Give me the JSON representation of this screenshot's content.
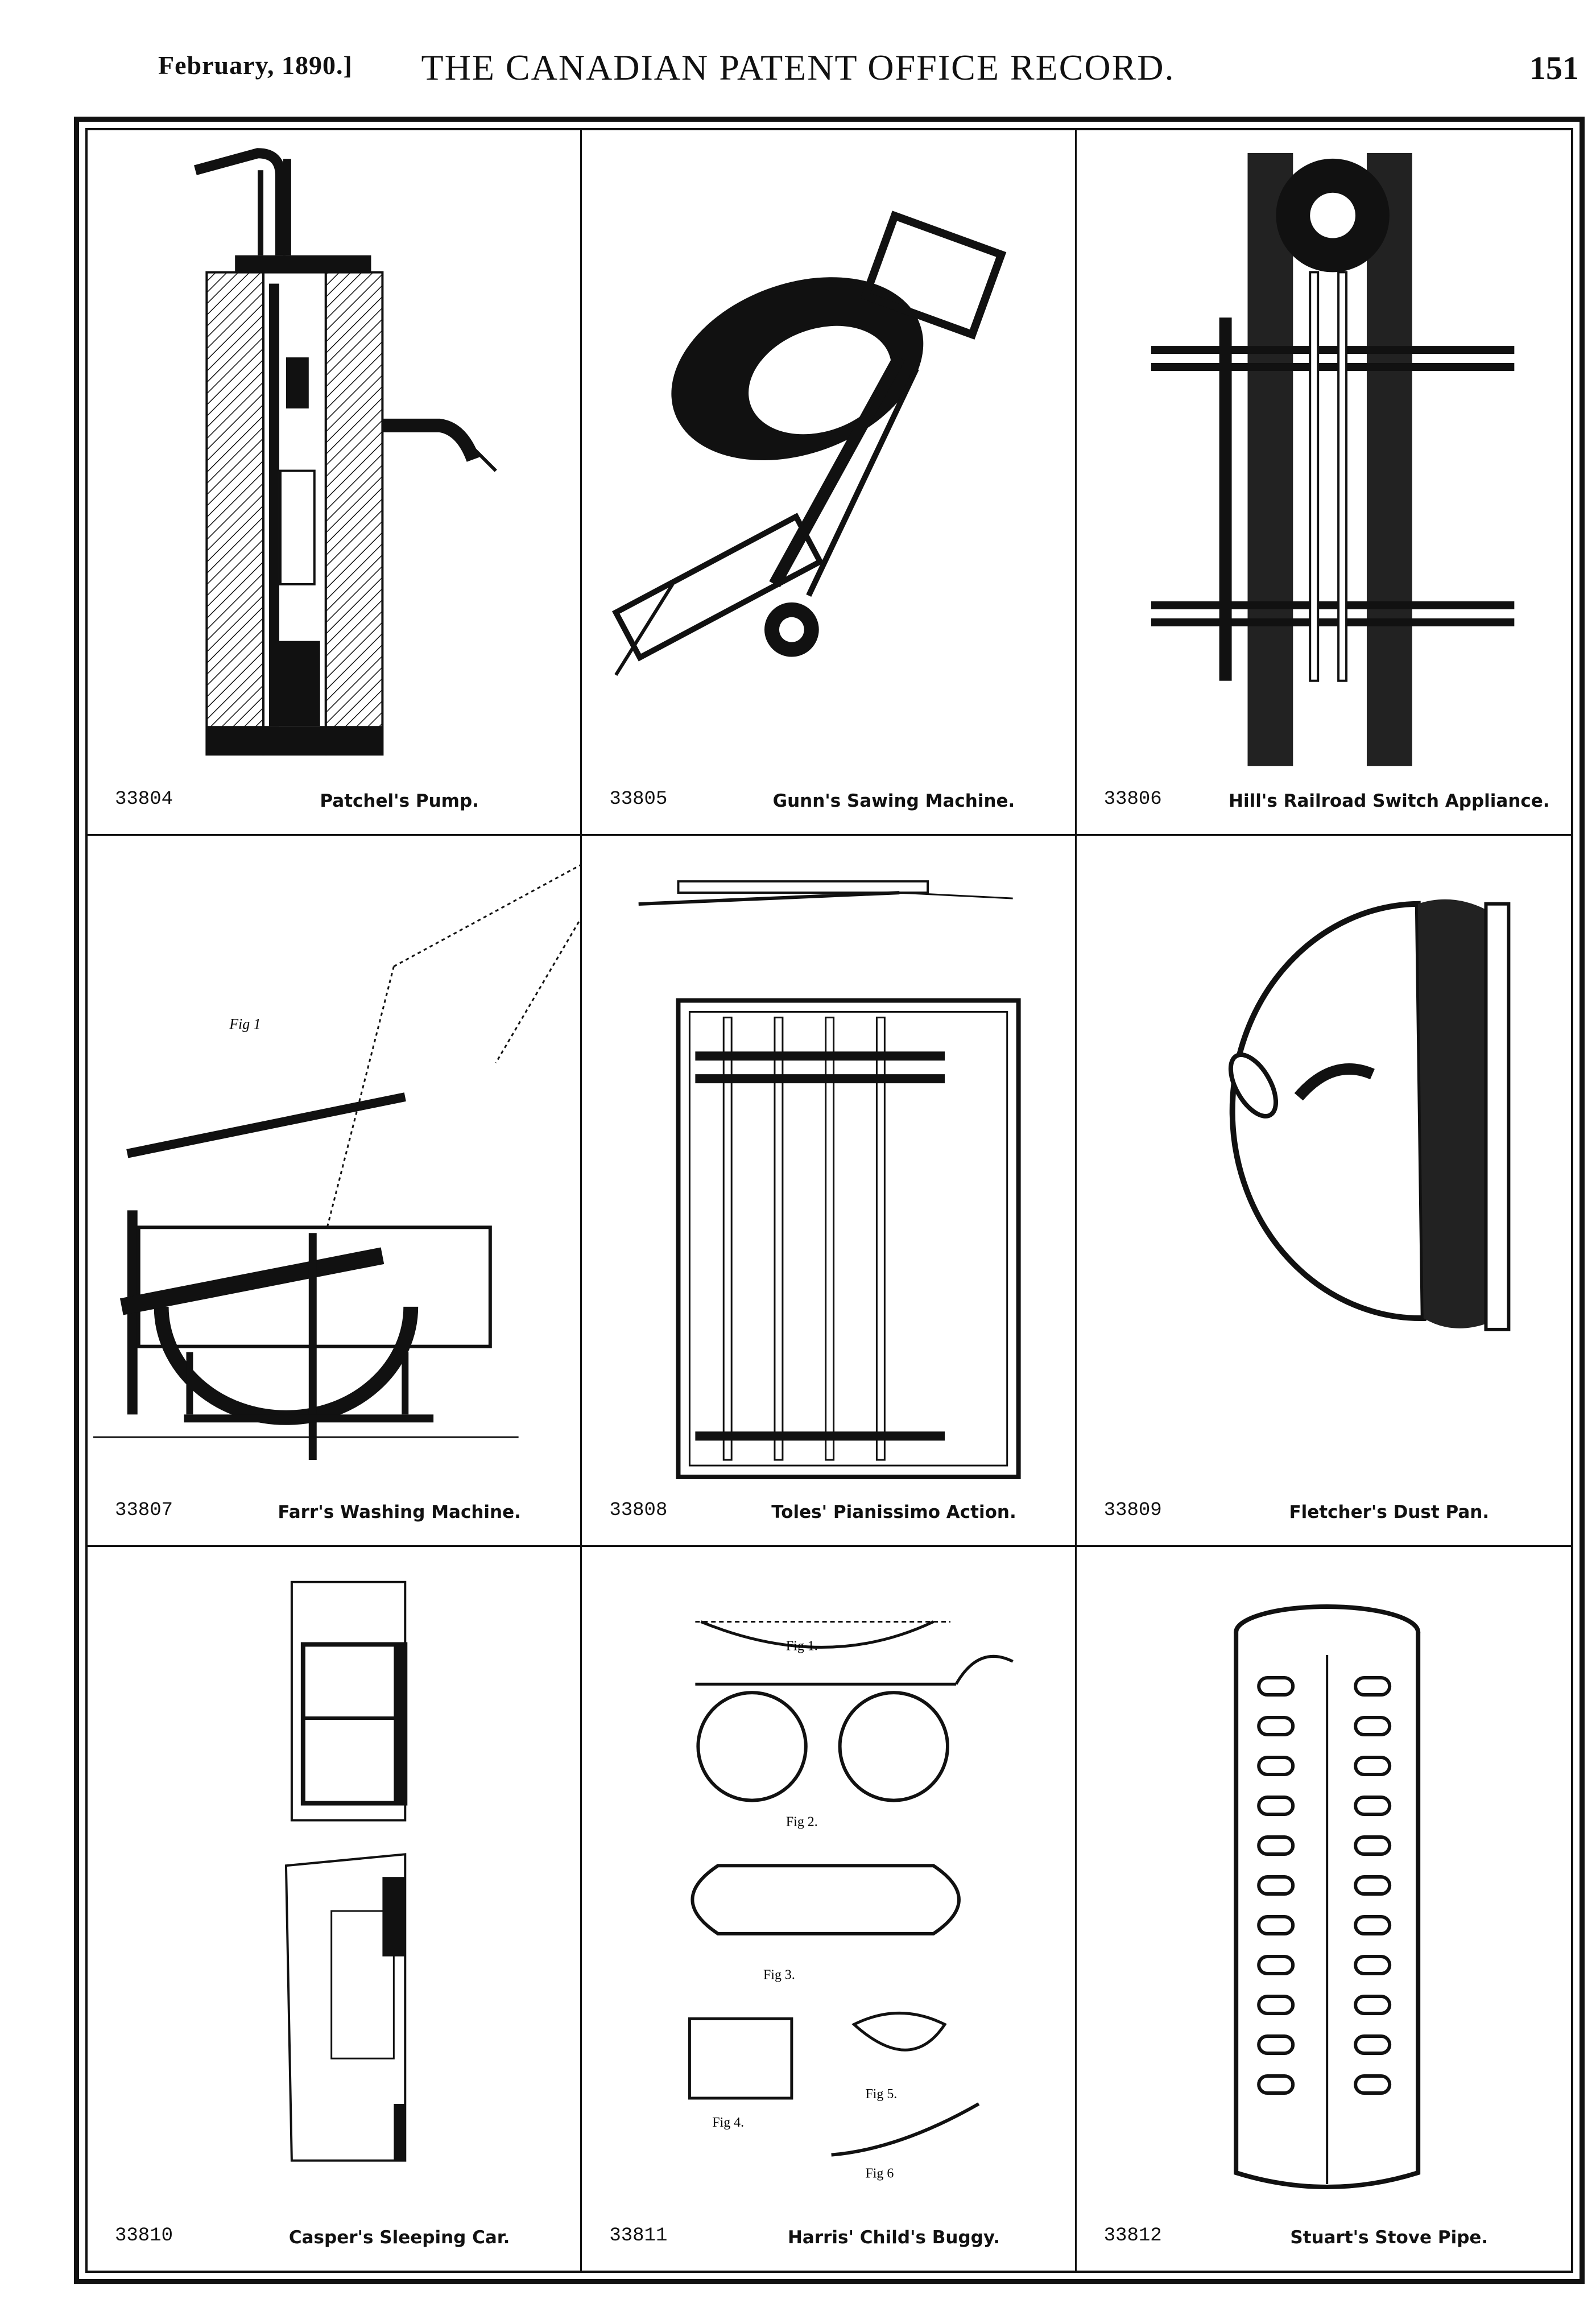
{
  "header": {
    "date": "February, 1890.]",
    "title": "THE CANADIAN PATENT OFFICE RECORD.",
    "page_number": "151"
  },
  "patents": [
    {
      "number": "33804",
      "caption": "Patchel's Pump."
    },
    {
      "number": "33805",
      "caption": "Gunn's Sawing Machine."
    },
    {
      "number": "33806",
      "caption": "Hill's Railroad Switch Appliance."
    },
    {
      "number": "33807",
      "caption": "Farr's Washing Machine."
    },
    {
      "number": "33808",
      "caption": "Toles' Pianissimo Action."
    },
    {
      "number": "33809",
      "caption": "Fletcher's Dust Pan."
    },
    {
      "number": "33810",
      "caption": "Casper's Sleeping Car."
    },
    {
      "number": "33811",
      "caption": "Harris' Child's Buggy."
    },
    {
      "number": "33812",
      "caption": "Stuart's Stove Pipe."
    }
  ],
  "figure_labels": {
    "fig1": "Fig 1",
    "buggy_fig1": "Fig 1.",
    "buggy_fig2": "Fig 2.",
    "buggy_fig3": "Fig 3.",
    "buggy_fig4": "Fig 4.",
    "buggy_fig5": "Fig 5.",
    "buggy_fig6": "Fig 6"
  }
}
